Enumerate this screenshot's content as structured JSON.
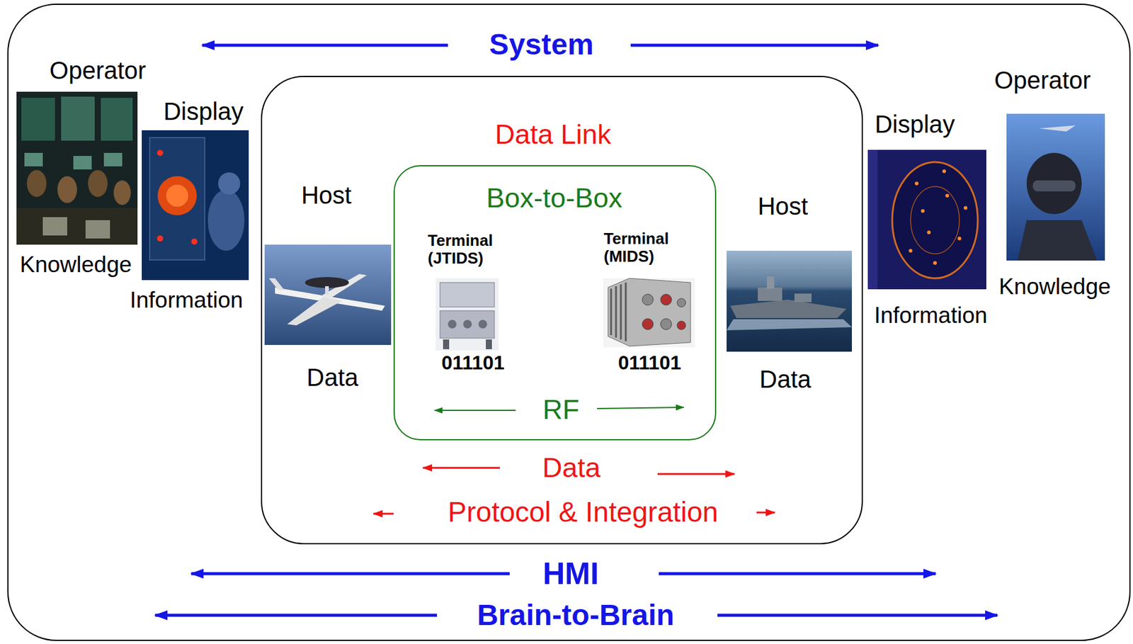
{
  "diagram": {
    "nodes": [
      {
        "text": [
          "System",
          "HMI",
          "Brain-to-Brain"
        ]
      },
      {
        "text": [
          "Data Link",
          "Data",
          "Protocol & Integration"
        ],
        "in": 0
      },
      {
        "text": [
          "Box-to-Box",
          "RF"
        ],
        "in": 1
      }
    ],
    "labels": [
      "Operator",
      "Display",
      "Knowledge",
      "Information",
      "Host",
      "Data",
      "Terminal (JTIDS)",
      "011101",
      "Terminal (MIDS)",
      "011101",
      "Host",
      "Data",
      "Display",
      "Operator",
      "Information",
      "Knowledge"
    ]
  }
}
